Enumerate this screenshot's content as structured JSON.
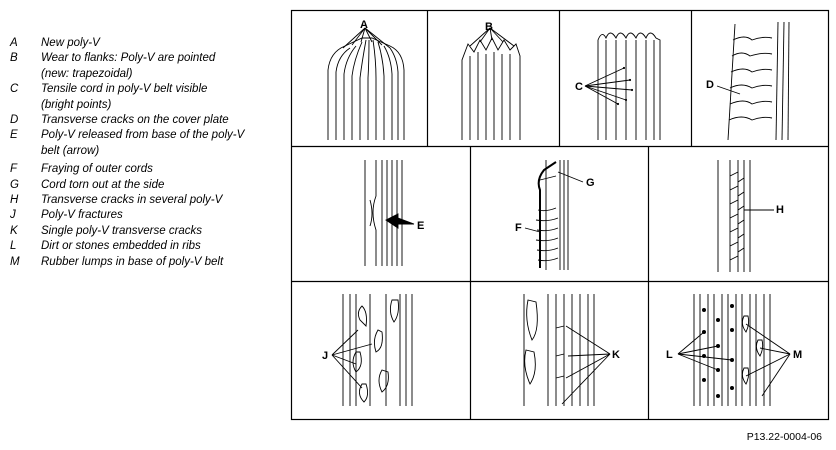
{
  "legend": [
    {
      "key": "A",
      "text": "New poly-V"
    },
    {
      "key": "B",
      "text": "Wear to flanks: Poly-V are pointed\n(new: trapezoidal)"
    },
    {
      "key": "C",
      "text": "Tensile cord in poly-V belt visible\n(bright points)"
    },
    {
      "key": "D",
      "text": "Transverse cracks on the cover plate"
    },
    {
      "key": "E",
      "text": "Poly-V released from base of the poly-V\n belt (arrow)"
    },
    {
      "key": "F",
      "text": "Fraying of outer cords"
    },
    {
      "key": "G",
      "text": "Cord torn out at the side"
    },
    {
      "key": "H",
      "text": "Transverse cracks in several poly-V"
    },
    {
      "key": "J",
      "text": "Poly-V fractures"
    },
    {
      "key": "K",
      "text": "Single poly-V transverse cracks"
    },
    {
      "key": "L",
      "text": "Dirt or stones embedded in ribs"
    },
    {
      "key": "M",
      "text": "Rubber lumps in base of poly-V belt"
    }
  ],
  "callouts": {
    "a": "A",
    "b": "B",
    "c": "C",
    "d": "D",
    "e": "E",
    "f": "F",
    "g": "G",
    "h": "H",
    "j": "J",
    "k": "K",
    "l": "L",
    "m": "M"
  },
  "reference": "P13.22-0004-06"
}
